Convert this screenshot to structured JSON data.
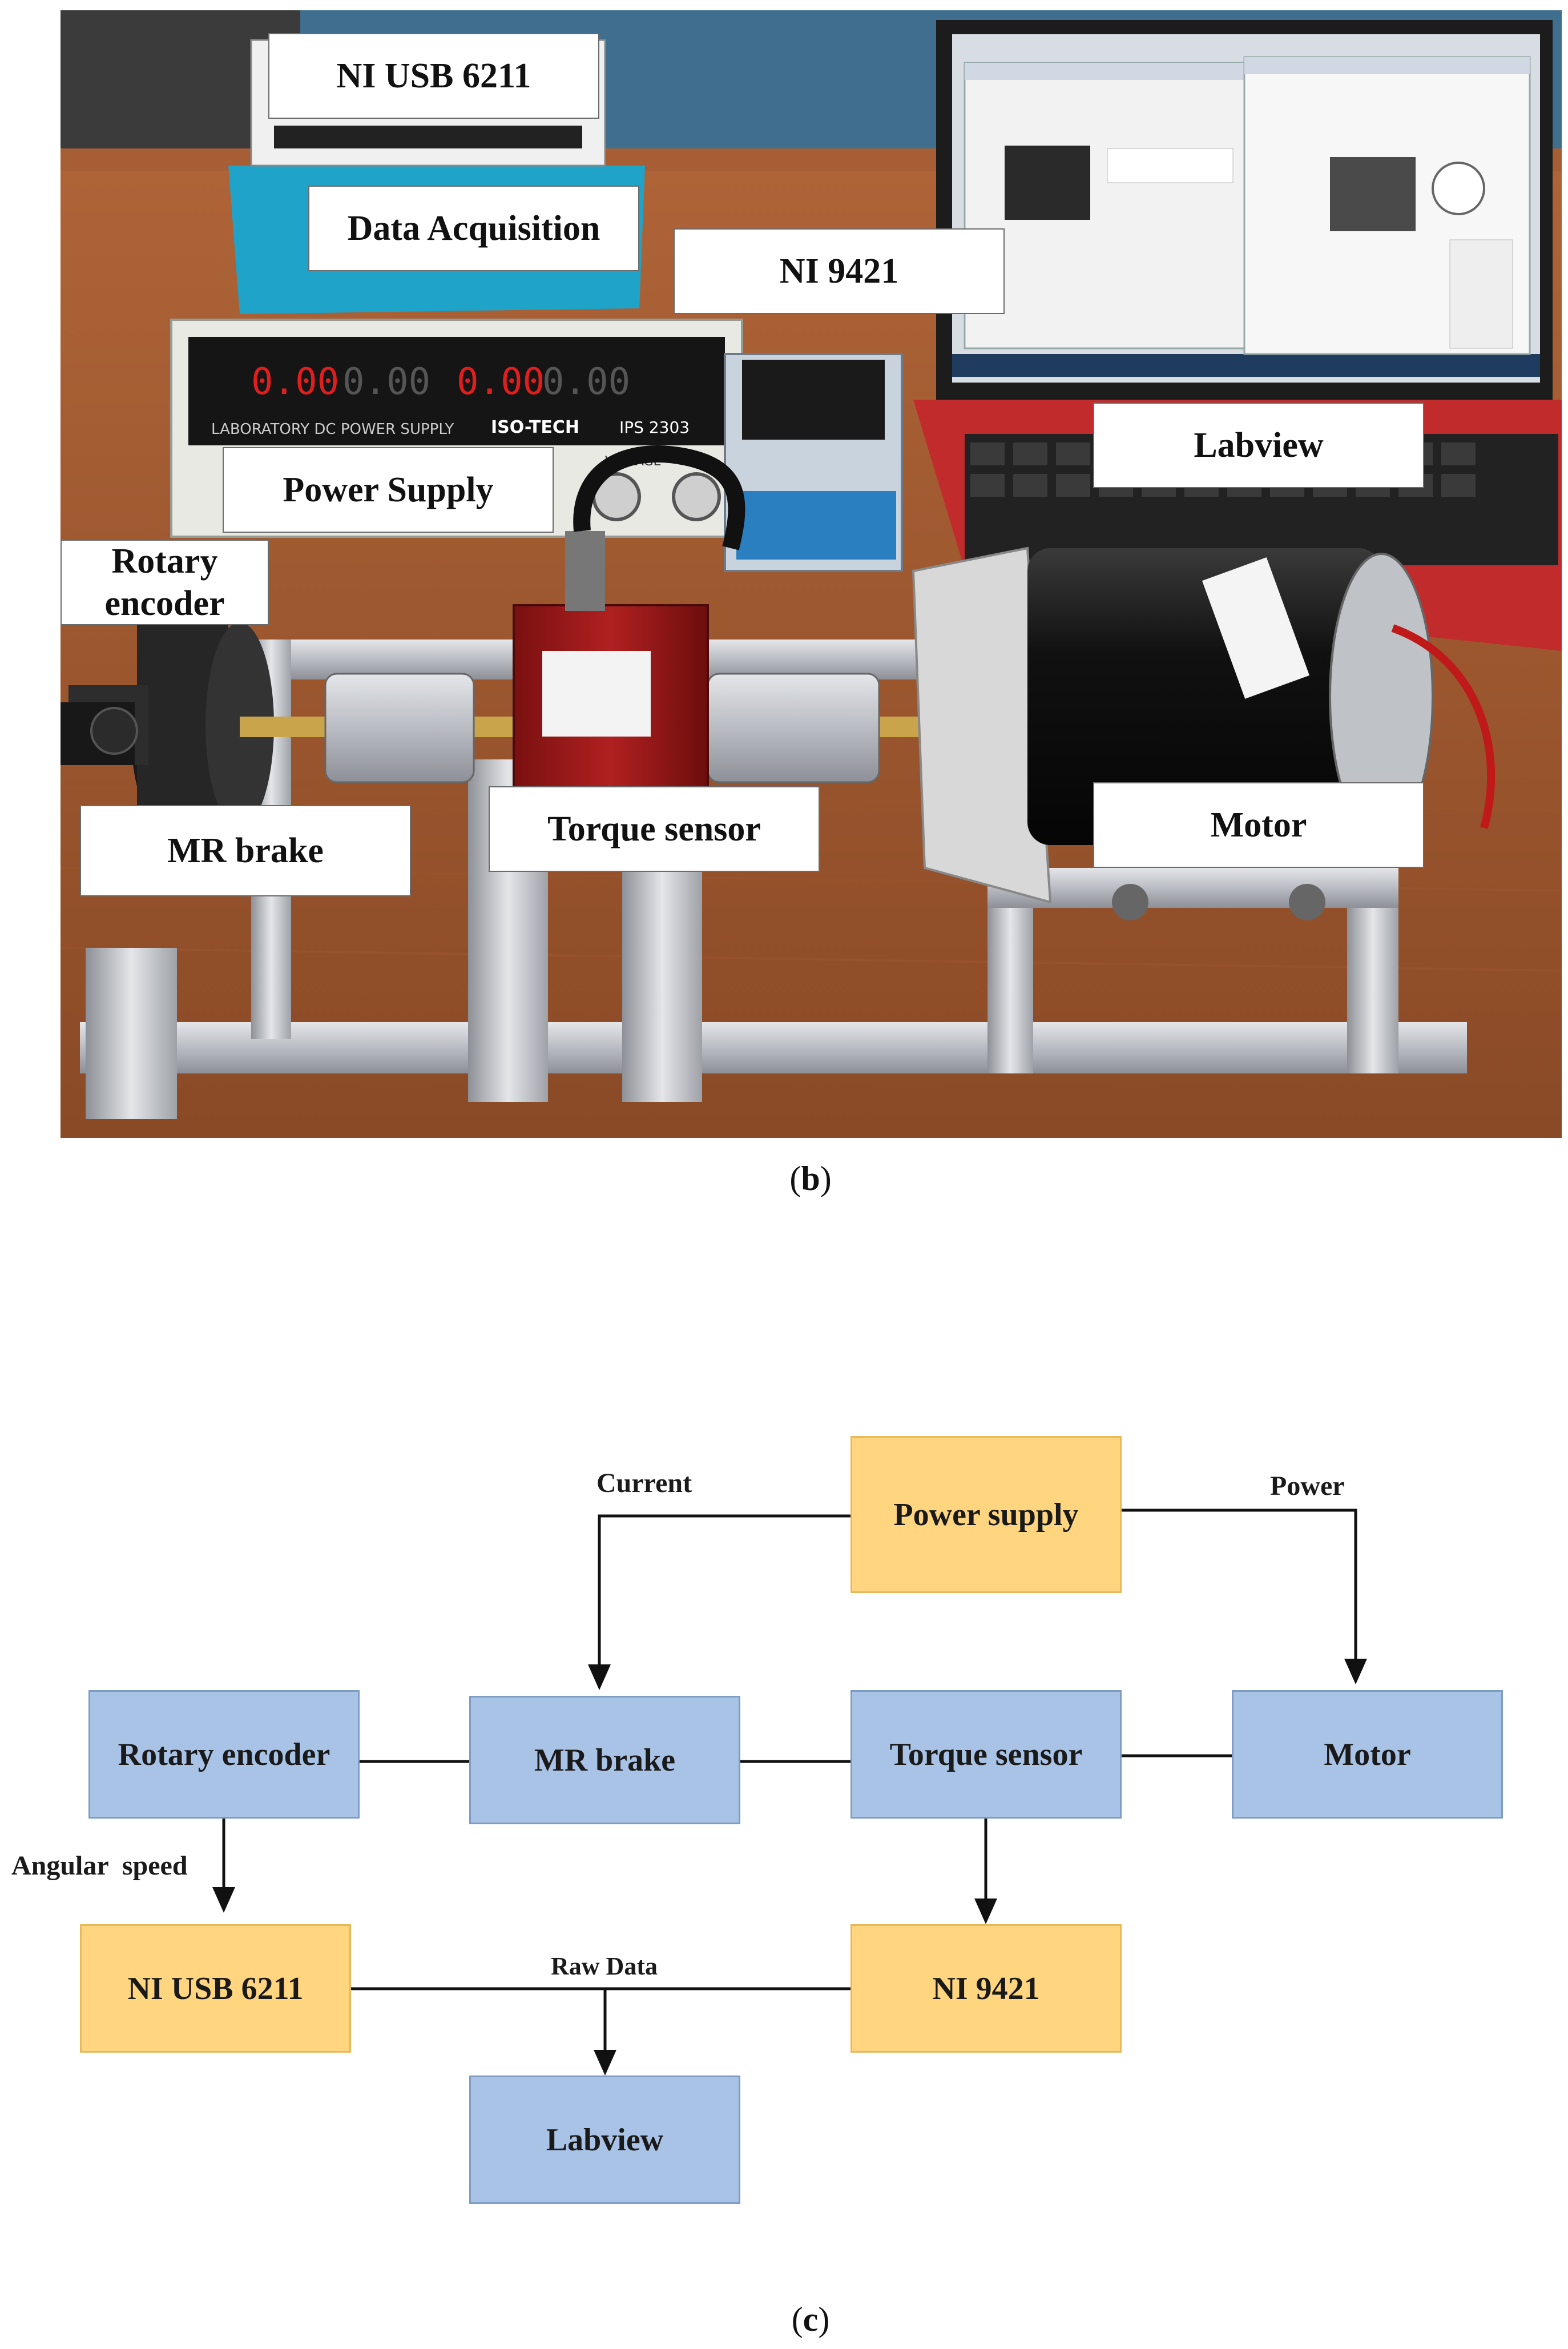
{
  "panel_b": {
    "caption": "b",
    "callouts": {
      "ni_usb_6211": "NI USB 6211",
      "data_acquisition": "Data Acquisition",
      "ni_9421": "NI 9421",
      "labview": "Labview",
      "power_supply": "Power Supply",
      "rotary_encoder": "Rotary encoder",
      "mr_brake": "MR brake",
      "torque_sensor": "Torque sensor",
      "motor": "Motor"
    },
    "display": {
      "left_volts": "0.00",
      "left_amps": "0.00",
      "right_volts": "0.00",
      "right_amps": "0.00",
      "brand": "ISO-TECH",
      "model": "IPS 2303",
      "device_label": "LABORATORY DC POWER SUPPLY",
      "knob_label": "VOLTAGE"
    }
  },
  "panel_c": {
    "caption": "c",
    "nodes": {
      "power_supply": "Power supply",
      "rotary_encoder": "Rotary encoder",
      "mr_brake": "MR brake",
      "torque_sensor": "Torque sensor",
      "motor": "Motor",
      "ni_usb_6211": "NI USB 6211",
      "ni_9421": "NI 9421",
      "labview": "Labview"
    },
    "edge_labels": {
      "current": "Current",
      "power": "Power",
      "angular_speed": "Angular  speed",
      "raw_data": "Raw Data"
    }
  },
  "colors": {
    "node_blue": "#a9c3e6",
    "node_orange": "#ffd580",
    "arrow": "#111111"
  }
}
